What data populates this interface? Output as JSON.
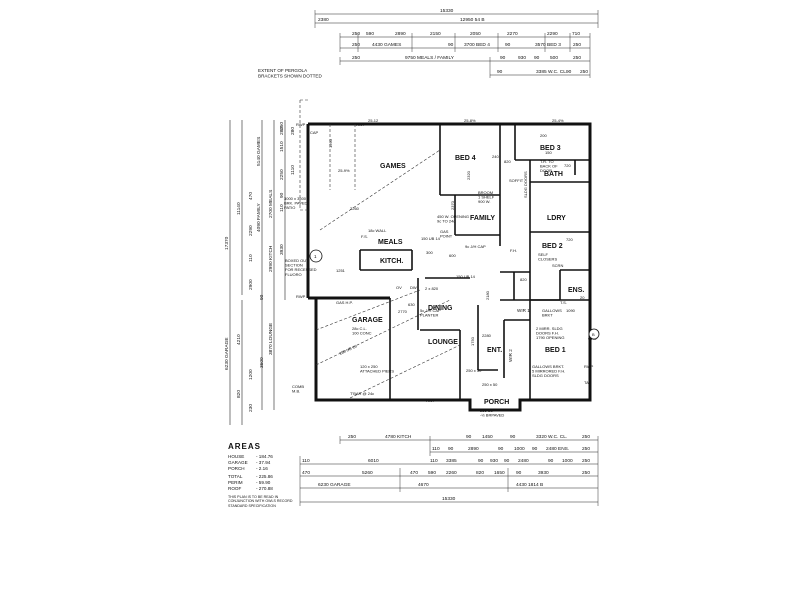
{
  "rooms": {
    "games": "GAMES",
    "bed4": "BED 4",
    "bed3": "BED 3",
    "meals": "MEALS",
    "family": "FAMILY",
    "bath": "BATH",
    "ldry": "LDRY",
    "kitch": "KITCH.",
    "bed2": "BED 2",
    "dining": "DINING",
    "ens": "ENS.",
    "garage": "GARAGE",
    "lounge": "LOUNGE",
    "ent": "ENT.",
    "bed1": "BED 1",
    "porch": "PORCH",
    "wir1": "WIR 1",
    "wir2": "WIR 2"
  },
  "notes": {
    "pergola": "EXTENT OF PERGOLA\nBRACKETS SHOWN DOTTED",
    "patio": "3000 x 3500\nBRK. PAVED\nPATIO",
    "boxed": "BOXED OUT\nSECTION\nFOR RECESSED\nFLUORO",
    "tr_door": "T.R. TO\nBACK OF\nDOOR",
    "broom": "BROOM\n1 SHELF\n900 W.",
    "opening": "450 W. OPENING\n9c TO 24c",
    "gas_point": "GAS\nPOINT",
    "wall_18c": "18c WALL",
    "ub_150_14": "150 UB 14",
    "ub_150_14b": "150 UB 14",
    "ub_180_16": "180 UB 16",
    "soffit": "SOFFIT",
    "sldg_doors": "SLDG DOORS",
    "closers": "SELF\nCLOSERS",
    "gallows": "GALLOWS\nBRKT",
    "mirr_sldg": "2 MIRR. SLDG\nDOORS F.H.\n1790 OPENING",
    "mirr_sldg2": "GALLOWS BRKT.\n5 MIRRORED F.H.\nSLDG DOORS",
    "gas_hp": "GAS H.P.",
    "garage_cl": "28c C.L.\n100 CONC",
    "piers": "120 x 250\nATTACHED PIERS",
    "tbar": "T'BAR @ 24c",
    "comb_mb": "COMB\nM.B.",
    "porch_cl": "25c CL\n-½ BRPAVED",
    "planter": "5c J/H CAP\nPLANTER",
    "rwp": "RWP",
    "cap": "CAP",
    "gas": "GAS",
    "ov": "OV",
    "dw": "DW",
    "fs": "F.S.",
    "fh": "F.H.",
    "ts": "T.S.",
    "scrn": "SCRN",
    "tap": "TAP",
    "sz_2x820": "2 x 820",
    "sz_250": "250 x 50",
    "sz_250b": "250 x 50",
    "nine_jh": "9c J/H CAP"
  },
  "top_dims": {
    "overall": "15330",
    "row1": [
      "2380",
      "12950 54 B"
    ],
    "row2": [
      "250",
      "590",
      "2890",
      "2150",
      "2050",
      "2270",
      "2290",
      "710"
    ],
    "row3": [
      "250",
      "4430 GAMES",
      "90",
      "3700 BED 4",
      "90",
      "3570 BED 3",
      "250"
    ],
    "row4": [
      "250",
      "9750 MEALS / FAMILY",
      "90",
      "930",
      "90",
      "500",
      "250"
    ],
    "row5": [
      "90",
      "3385 W.C. CL.",
      "90",
      "250"
    ]
  },
  "left_dims": {
    "overall": "17370",
    "main": "11140",
    "garage": "4210",
    "lower": [
      "820",
      "1200",
      "230"
    ],
    "rooms": [
      "5140 GAMES",
      "4090 FAMILY",
      "2700 MEALS",
      "2990 KITCH",
      "3870 LOUNGE",
      "6230 GARAGE"
    ],
    "small": [
      "280",
      "1510",
      "2250",
      "470",
      "2290",
      "110",
      "90",
      "250",
      "280",
      "2900",
      "1110",
      "3930",
      "90",
      "110",
      "3600"
    ]
  },
  "bottom_dims": {
    "row1": [
      "250",
      "4780 KITCH",
      "90",
      "1450",
      "90",
      "3320 W.C. CL.",
      "250"
    ],
    "row2": [
      "110",
      "90",
      "2890",
      "90",
      "1000",
      "90",
      "2480 ENS.",
      "250"
    ],
    "row3": [
      "110",
      "6010",
      "110",
      "3385",
      "90",
      "930",
      "90",
      "2480",
      "90",
      "1000",
      "250"
    ],
    "row4": [
      "470",
      "5260",
      "470",
      "590",
      "2260",
      "820",
      "1650",
      "90",
      "3930",
      "250"
    ],
    "row5": [
      "6230 GARAGE",
      "4670",
      "4430 1814 B"
    ],
    "overall": "15330"
  },
  "plan_dims": [
    "1560",
    "2260",
    "2370",
    "1251",
    "25-9%",
    "25-12",
    "25-8%",
    "25-4%",
    "2320",
    "820",
    "600",
    "300",
    "2770",
    "630",
    "1750",
    "2280",
    "820",
    "2180",
    "1090",
    "240",
    "720",
    "150",
    "200",
    "720",
    "20"
  ],
  "areas": {
    "heading": "AREAS",
    "rows": [
      {
        "label": "HOUSE",
        "value": "- 184.76"
      },
      {
        "label": "GARAGE",
        "value": "- 37.94"
      },
      {
        "label": "PORCH",
        "value": "- 2.16"
      },
      {
        "label": "TOTAL",
        "value": "- 225.86"
      },
      {
        "label": "PERIM",
        "value": "- 59.90"
      },
      {
        "label": "ROOF",
        "value": "- 270.88"
      }
    ],
    "note": "THIS PLAN IS TO BE READ IN\nCONJUNCTION WITH OWLS RECORD\nSTANDARD SPECIFICATION"
  },
  "markers": {
    "section": "1",
    "north": "B"
  }
}
